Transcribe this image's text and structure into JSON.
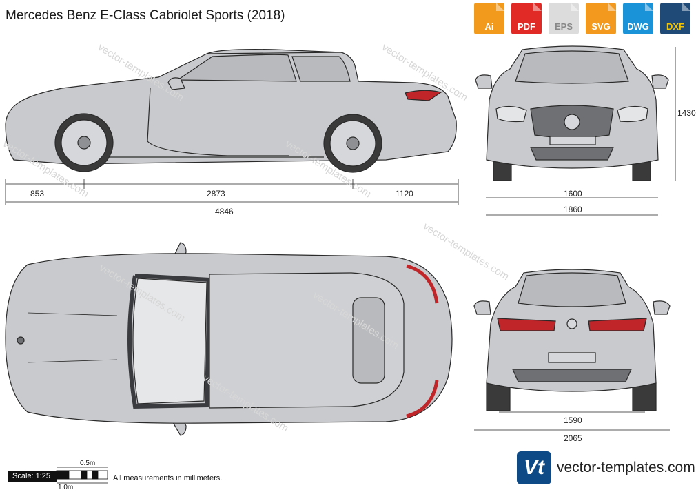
{
  "title": "Mercedes Benz E-Class Cabriolet Sports (2018)",
  "formats": [
    {
      "label": "Ai",
      "color": "#f29a1c"
    },
    {
      "label": "PDF",
      "color": "#e12a26"
    },
    {
      "label": "EPS",
      "color": "#dcdcdc"
    },
    {
      "label": "SVG",
      "color": "#f39a1e"
    },
    {
      "label": "DWG",
      "color": "#1b93d9"
    },
    {
      "label": "DXF",
      "color": "#1f4a78"
    }
  ],
  "dimensions": {
    "front_overhang": "853",
    "wheelbase": "2873",
    "rear_overhang": "1120",
    "length": "4846",
    "height": "1430",
    "front_track": "1600",
    "width": "1860",
    "rear_track": "1590",
    "width_mirrors": "2065"
  },
  "scale": {
    "label": "Scale: 1:25",
    "half": "0.5m",
    "full": "1.0m"
  },
  "note": "All measurements in millimeters.",
  "brand": {
    "logo": "Vt",
    "site": "vector-templates.com"
  },
  "watermark": "vector-templates.com",
  "colors": {
    "body": "#c9cacd",
    "body_dark": "#a6a7ab",
    "line": "#2a2a2a",
    "taillight": "#c0252a",
    "tire": "#3a3a3a"
  }
}
